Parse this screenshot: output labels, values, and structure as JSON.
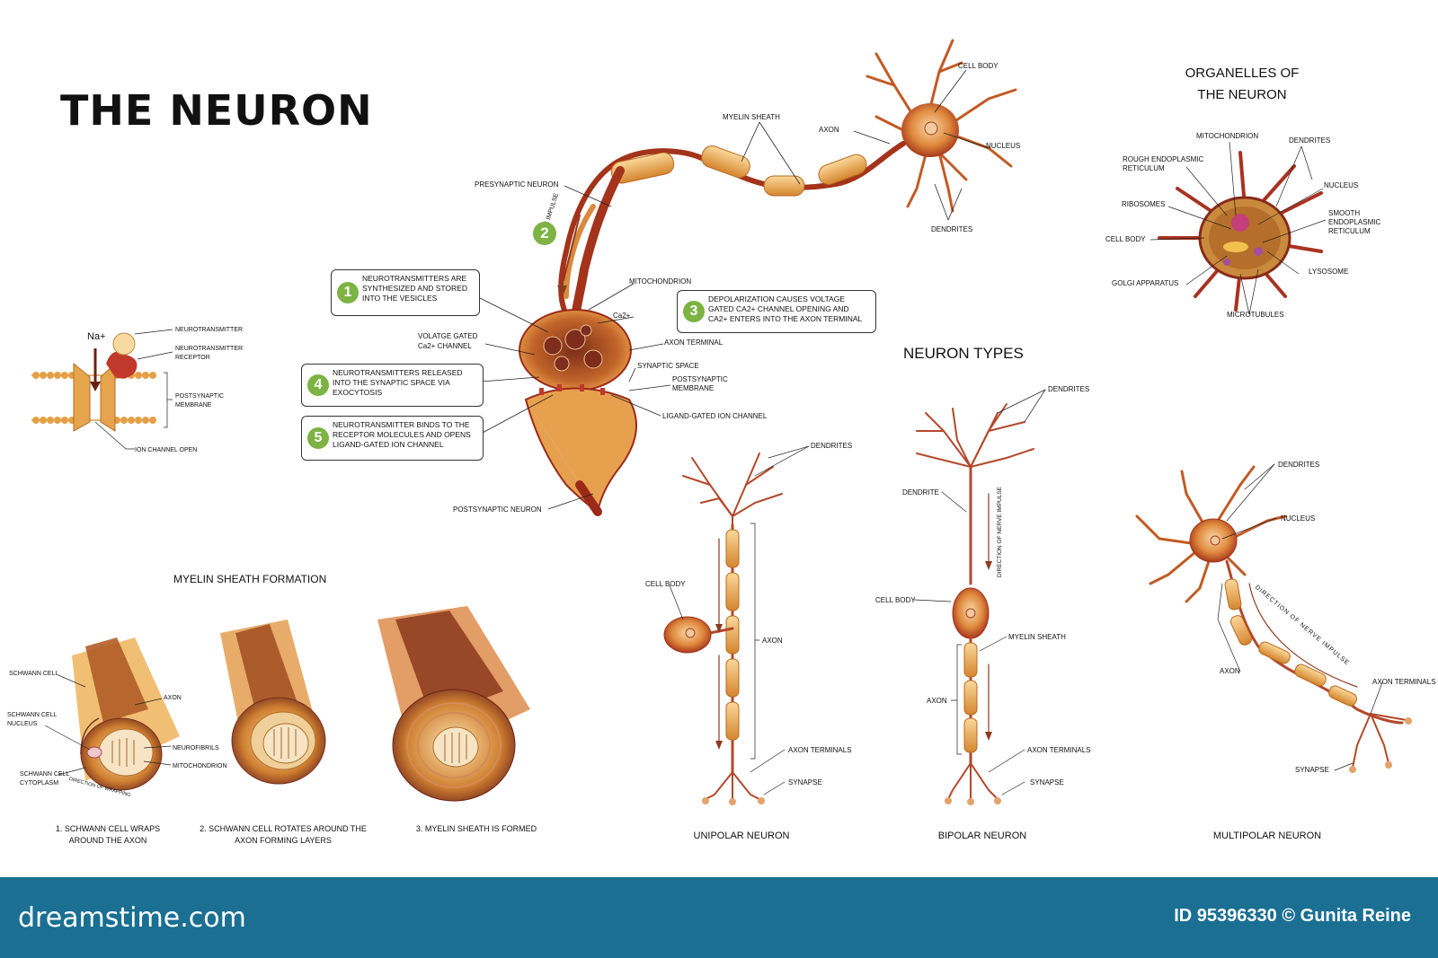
{
  "title": "THE NEURON",
  "colors": {
    "axon": "#e8a64a",
    "dark": "#9b2a1a",
    "body": "#d9772f",
    "green": "#7cb342",
    "footer": "#1a6f93"
  },
  "main_neuron": {
    "cell_body": "CELL BODY",
    "myelin_sheath": "MYELIN SHEATH",
    "axon": "AXON",
    "nucleus": "NUCLEUS",
    "dendrites": "DENDRITES",
    "presynaptic": "PRESYNAPTIC NEURON",
    "nerve_impulse": "NERVE IMPULSE",
    "mitochondrion": "MITOCHONDRION",
    "ca": "Ca2+",
    "voltage_gated": "VOLATGE GATED",
    "ca_channel": "Ca2+ CHANNEL",
    "axon_terminal": "AXON TERMINAL",
    "synaptic_space": "SYNAPTIC SPACE",
    "postsynaptic_membrane": "POSTSYNAPTIC MEMBRANE",
    "ligand_gated": "LIGAND-GATED ION CHANNEL",
    "postsynaptic_neuron": "POSTSYNAPTIC NEURON"
  },
  "steps": [
    {
      "num": "1",
      "text": "NEUROTRANSMITTERS ARE SYNTHESIZED AND STORED INTO THE VESICLES"
    },
    {
      "num": "3",
      "text": "DEPOLARIZATION CAUSES VOLTAGE GATED Ca2+ CHANNEL OPENING AND Ca2+ ENTERS INTO THE AXON TERMINAL"
    },
    {
      "num": "4",
      "text": "NEUROTRANSMITTERS RELEASED INTO THE SYNAPTIC SPACE VIA EXOCYTOSIS"
    },
    {
      "num": "5",
      "text": "NEUROTRANSMITTER BINDS TO THE RECEPTOR MOLECULES AND OPENS LIGAND-GATED ION CHANNEL"
    }
  ],
  "step2": "2",
  "membrane": {
    "na": "Na+",
    "neurotransmitter": "NEUROTRANSMITTER",
    "receptor": "NEUROTRANSMITTER RECEPTOR",
    "membrane": "POSTSYNAPTIC MEMBRANE",
    "ion_channel": "ION CHANNEL OPEN"
  },
  "organelles": {
    "title": "ORGANELLES OF THE NEURON",
    "mitochondrion": "MITOCHONDRION",
    "dendrites": "DENDRITES",
    "rough_er": "ROUGH ENDOPLASMIC RETICULUM",
    "nucleus": "NUCLEUS",
    "ribosomes": "RIBOSOMES",
    "smooth_er": "SMOOTH ENDOPLASMIC RETICULUM",
    "cell_body": "CELL BODY",
    "lysosome": "LYSOSOME",
    "golgi": "GOLGI APPARATUS",
    "microtubules": "MICROTUBULES"
  },
  "neuron_types": {
    "title": "NEURON TYPES"
  },
  "unipolar": {
    "dendrites": "DENDRITES",
    "cell_body": "CELL BODY",
    "axon": "AXON",
    "axon_terminals": "AXON TERMINALS",
    "synapse": "SYNAPSE",
    "caption": "UNIPOLAR NEURON"
  },
  "bipolar": {
    "dendrites": "DENDRITES",
    "dendrite": "DENDRITE",
    "direction": "DIRECTION OF NERVE IMPULSE",
    "cell_body": "CELL BODY",
    "myelin": "MYELIN SHEATH",
    "axon": "AXON",
    "axon_terminals": "AXON TERMINALS",
    "synapse": "SYNAPSE",
    "caption": "BIPOLAR NEURON"
  },
  "multipolar": {
    "dendrites": "DENDRITES",
    "nucleus": "NUCLEUS",
    "direction": "DIRECTION OF NERVE IMPULSE",
    "axon": "AXON",
    "axon_terminals": "AXON TERMINALS",
    "synapse": "SYNAPSE",
    "caption": "MULTIPOLAR NEURON"
  },
  "myelin_formation": {
    "title": "MYELIN SHEATH FORMATION",
    "schwann_cell": "SCHWANN CELL",
    "schwann_nucleus": "SCHWANN CELL NUCLEUS",
    "schwann_cytoplasm": "SCHWANN CELL CYTOPLASM",
    "axon": "AXON",
    "neurofibrils": "NEUROFIBRILS",
    "mitochondrion": "MITOCHONDRION",
    "direction": "DIRECTION OF WRAPPING",
    "step1": "1. SCHWANN CELL WRAPS AROUND THE AXON",
    "step2": "2. SCHWANN CELL ROTATES AROUND THE AXON FORMING LAYERS",
    "step3": "3. MYELIN SHEATH IS FORMED"
  },
  "footer": {
    "logo": "dreamstime.com",
    "id": "ID 95396330 © Gunita Reine"
  }
}
